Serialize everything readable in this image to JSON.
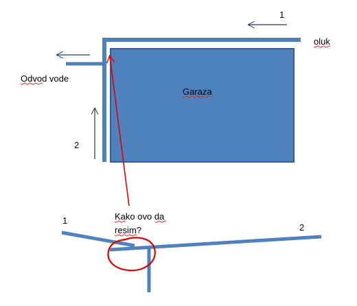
{
  "colors": {
    "pipe": "#4f81bd",
    "garage_fill": "#4f81bd",
    "garage_border": "#385d8a",
    "arrow": "#1f3864",
    "annotation": "#e00000",
    "spellcheck": "#e0301e",
    "text": "#000000"
  },
  "labels": {
    "garage": "Garaza",
    "gutter": "oluk",
    "drain": "Odvod vode",
    "num_top_right": "1",
    "num_left": "2",
    "num_bottom_left": "1",
    "num_bottom_right": "2",
    "question_line1": "Kako ovo da",
    "question_line2": "resim?"
  },
  "icons": {
    "flow_arrows": "arrow-icon",
    "annotation_arrow": "red-arrow-icon",
    "highlight": "red-circle-icon"
  }
}
